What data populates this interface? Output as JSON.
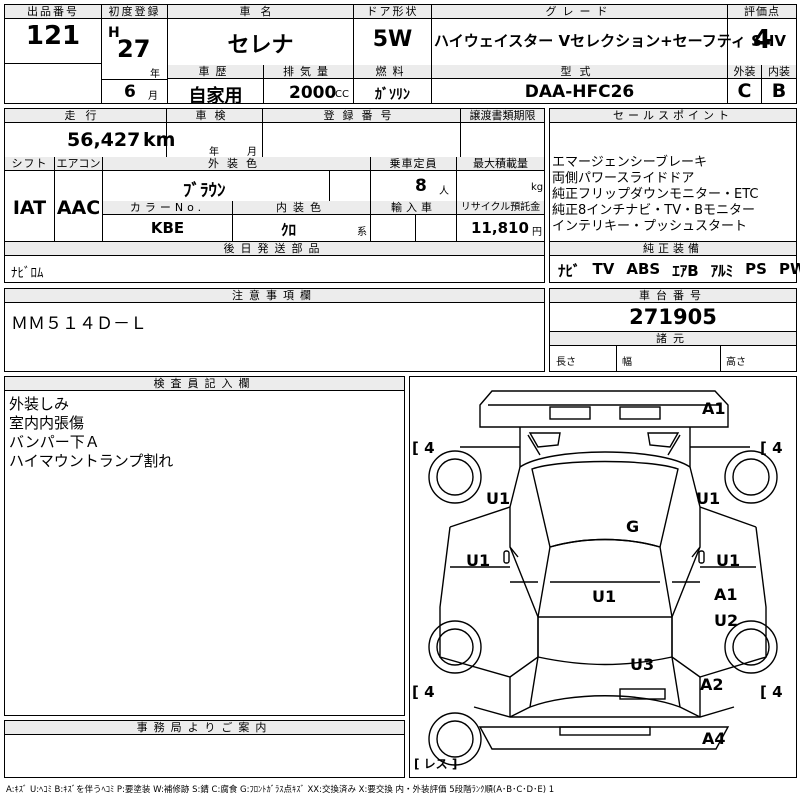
{
  "header": {
    "lot_no_label": "出品番号",
    "lot_no": "121",
    "first_reg_label": "初度登録",
    "era": "H",
    "reg_year": "27",
    "year_unit": "年",
    "reg_month": "6",
    "month_unit": "月",
    "car_name_label": "車名",
    "car_name": "セレナ",
    "door_label": "ドア形状",
    "door": "5W",
    "grade_label": "グレード",
    "grade": "ハイウェイスター Vセレクション+セーフティ SHV",
    "score_label": "評価点",
    "score": "4",
    "history_label": "車歴",
    "history": "自家用",
    "displacement_label": "排気量",
    "displacement": "2000",
    "displacement_unit": "CC",
    "fuel_label": "燃料",
    "fuel": "ｶﾞｿﾘﾝ",
    "model_label": "型式",
    "model": "DAA-HFC26",
    "exterior_label": "外装",
    "exterior": "C",
    "interior_label": "内装",
    "interior": "B"
  },
  "details": {
    "mileage_label": "走行",
    "mileage": "56,427",
    "mileage_unit": "km",
    "inspection_label": "車検",
    "insp_year_unit": "年",
    "insp_month_unit": "月",
    "reg_no_label": "登録番号",
    "transfer_label": "譲渡書類期限",
    "shift_label": "シフト",
    "shift": "IAT",
    "ac_label": "エアコン",
    "ac": "AAC",
    "ext_color_label": "外装色",
    "ext_color": "ﾌﾞﾗｳﾝ",
    "capacity_label": "乗車定員",
    "capacity": "8",
    "capacity_unit": "人",
    "max_load_label": "最大積載量",
    "max_load_unit": "kg",
    "color_no_label": "カラーNo.",
    "color_no": "KBE",
    "int_color_label": "内装色",
    "int_color": "ｸﾛ",
    "int_color_unit": "系",
    "import_label": "輸入車",
    "recycle_label": "リサイクル預託金",
    "recycle": "11,810",
    "recycle_unit": "円",
    "later_parts_label": "後日発送部品",
    "later_parts": "ﾅﾋﾞﾛﾑ"
  },
  "sales_points": {
    "label": "セールスポイント",
    "items": [
      "エマージェンシーブレーキ",
      "両側パワースライドドア",
      "純正フリップダウンモニター・ETC",
      "純正8インチナビ・TV・Bモニター",
      "インテリキー・プッシュスタート"
    ]
  },
  "equipment": {
    "label": "純正装備",
    "items": [
      "ﾅﾋﾞ",
      "TV",
      "ABS",
      "ｴｱB",
      "ｱﾙﾐ",
      "PS",
      "PW"
    ]
  },
  "notes": {
    "label": "注意事項欄",
    "text": "ＭＭ５１４Ｄ－Ｌ"
  },
  "chassis": {
    "label": "車台番号",
    "number": "271905",
    "specs_label": "諸元",
    "length_label": "長さ",
    "width_label": "幅",
    "height_label": "高さ"
  },
  "inspector": {
    "label": "検査員記入欄",
    "lines": [
      "外装しみ",
      "室内内張傷",
      "バンパー下Ａ",
      "ハイマウントランプ割れ"
    ]
  },
  "office": {
    "label": "事務局よりご案内"
  },
  "diagram": {
    "marks": {
      "a1_top": "A1",
      "u1_left_front": "U1",
      "u1_right_front": "U1",
      "g_windshield": "G",
      "u1_left_door": "U1",
      "u1_right_door": "U1",
      "u1_roof": "U1",
      "a1_right_rear": "A1",
      "u2_right_rear": "U2",
      "u3_rear": "U3",
      "a2_rear": "A2",
      "a4_bottom": "A4"
    },
    "tires": {
      "front_left": "4",
      "front_right": "4",
      "rear_left": "4",
      "rear_right": "4"
    },
    "spare_label": "レス"
  },
  "legend": "A:ｷｽﾞ U:ﾍｺﾐ B:ｷｽﾞを伴うﾍｺﾐ P:要塗装 W:補修跡 S:錆 C:腐食 G:ﾌﾛﾝﾄｶﾞﾗｽ点ｷｽﾞ XX:交換済み X:要交換 内・外装評価 5段階ﾗﾝｸ順(A･B･C･D･E) 1"
}
